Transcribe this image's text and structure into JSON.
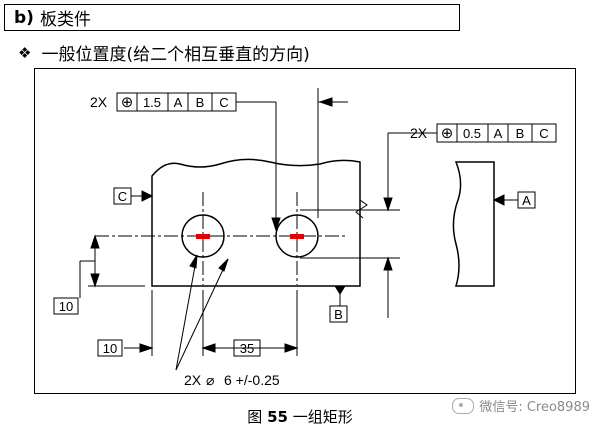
{
  "header": {
    "prefix": "b)",
    "label": "板类件"
  },
  "bullet": {
    "symbol": "❖",
    "text": "一般位置度(给二个相互垂直的方向)"
  },
  "fcf_top": {
    "count": "2X",
    "symbol": "⊕",
    "tolerance": "1.5",
    "datums": [
      "A",
      "B",
      "C"
    ]
  },
  "fcf_right": {
    "count": "2X",
    "symbol": "⊕",
    "tolerance": "0.5",
    "datums": [
      "A",
      "B",
      "C"
    ]
  },
  "datum_labels": {
    "c": "C",
    "a": "A",
    "b": "B"
  },
  "dims": {
    "left_height": "10",
    "left_offset": "10",
    "spacing": "35"
  },
  "hole_note": {
    "count": "2X",
    "symbol": "⌀",
    "text": "6 +/-0.25"
  },
  "caption": {
    "prefix": "图",
    "number": "55",
    "text": "一组矩形"
  },
  "watermark": {
    "icon": "wechat-icon",
    "text": "微信号: Creo8989"
  },
  "colors": {
    "mark": "#e00000"
  }
}
